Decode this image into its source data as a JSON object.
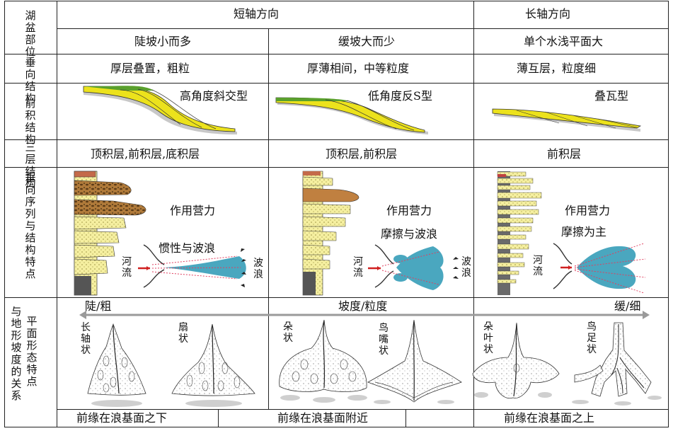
{
  "header": {
    "corner": "湖盆部位",
    "short_axis": "短轴方向",
    "long_axis": "长轴方向",
    "col1": "陡坡小而多",
    "col2": "缓坡大而少",
    "col3": "单个水浅平面大"
  },
  "rows": {
    "vertical": {
      "label": "垂向结构",
      "c1": "厚层叠置，粗粒",
      "c2": "厚薄相间，中等粒度",
      "c3": "薄互层，粒度细"
    },
    "foreset": {
      "label": "前积结构",
      "c1": "高角度斜交型",
      "c2": "低角度反S型",
      "c3": "叠瓦型"
    },
    "three_layer": {
      "label": "三层结构",
      "c1": "顶积层,前积层,底积层",
      "c2": "顶积层,前积层",
      "c3": "前积层"
    },
    "sequence": {
      "label": "垂向序列与结构特点",
      "force": "作用营力",
      "c1_force": "惯性与波浪",
      "c2_force": "摩擦与波浪",
      "c3_force": "摩擦为主",
      "river": "河流",
      "wave": "波浪"
    },
    "planform": {
      "label": "与地形坡度的关系 平面形态特点",
      "label_left": "与地形坡度的关系",
      "label_right": "平面形态特点",
      "steep": "陡/粗",
      "slope": "坡度/粒度",
      "gentle": "缓/细",
      "shapes": [
        "长轴状",
        "扇状",
        "朵状",
        "鸟嘴状",
        "朵叶状",
        "鸟足状"
      ]
    },
    "front": {
      "c1": "前缘在浪基面之下",
      "c2": "前缘在浪基面附近",
      "c3": "前缘在浪基面之上"
    }
  },
  "colors": {
    "sand": "#f3ec8a",
    "foreset_yellow": "#ece21c",
    "foreset_green": "#5aa02c",
    "jet_blue": "#4aa7bf",
    "gravel": "#a0642a",
    "gray": "#bdbdbd"
  }
}
